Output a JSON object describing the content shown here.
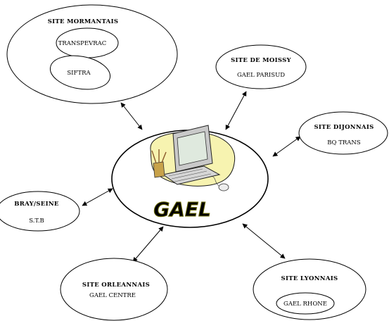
{
  "center": {
    "label": "GAEL",
    "label_color": "#f2ec3a",
    "label_outline": "#6b6b00",
    "icon": "computer-clipart-icon"
  },
  "sites": {
    "mormantais": {
      "title": "SITE MORMANTAIS",
      "members": [
        "TRANSPEVRAC",
        "SIFTRA"
      ]
    },
    "moissy": {
      "title": "SITE DE MOISSY",
      "members": [
        "GAEL PARISUD"
      ]
    },
    "dijonnais": {
      "title": "SITE DIJONNAIS",
      "members": [
        "BQ TRANS"
      ]
    },
    "bray": {
      "title": "BRAY/SEINE",
      "members": [
        "S.T.B"
      ]
    },
    "orleannais": {
      "title": "SITE ORLEANNAIS",
      "members": [
        "GAEL CENTRE"
      ]
    },
    "lyonnais": {
      "title": "SITE LYONNAIS",
      "members": [
        "GAEL RHONE"
      ]
    }
  },
  "edges": [
    {
      "from": "center",
      "to": "mormantais",
      "arrows": "both"
    },
    {
      "from": "center",
      "to": "moissy",
      "arrows": "both"
    },
    {
      "from": "center",
      "to": "dijonnais",
      "arrows": "both"
    },
    {
      "from": "center",
      "to": "bray",
      "arrows": "both"
    },
    {
      "from": "center",
      "to": "orleannais",
      "arrows": "both"
    },
    {
      "from": "center",
      "to": "lyonnais",
      "arrows": "both"
    }
  ],
  "colors": {
    "stroke": "#000000",
    "background": "#ffffff",
    "blob_fill": "#f7f3b0",
    "monitor": "#c9c9c9",
    "screen": "#dfe9de"
  }
}
